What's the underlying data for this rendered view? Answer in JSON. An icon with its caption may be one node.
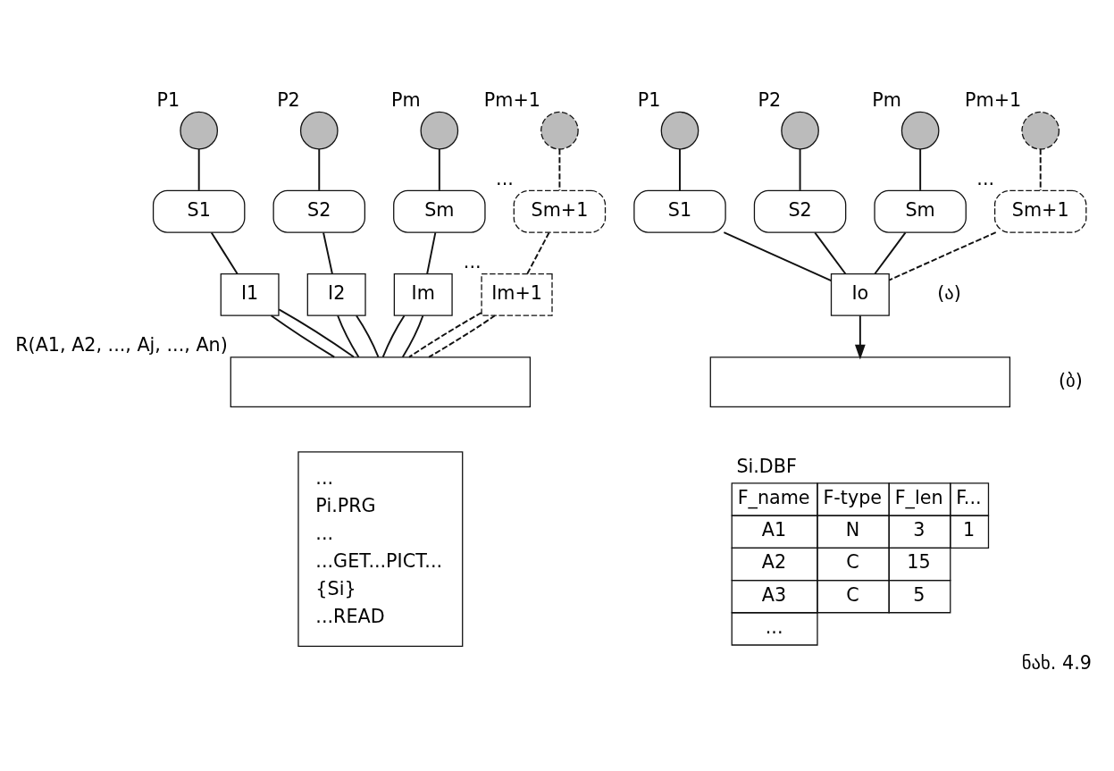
{
  "diagram": {
    "caption": "ნახ. 4.9",
    "nodes": [
      {
        "text": [],
        "shape": "circle",
        "beside": [
          "P1"
        ]
      },
      {
        "text": [],
        "shape": "circle",
        "beside": [
          "P2"
        ]
      },
      {
        "text": [],
        "shape": "circle",
        "beside": [
          "Pm"
        ]
      },
      {
        "text": [],
        "shape": "circle",
        "beside": [
          "Pm+1"
        ]
      },
      {
        "text": [
          "S1"
        ]
      },
      {
        "text": [
          "S2"
        ]
      },
      {
        "text": [
          "Sm"
        ]
      },
      {
        "text": [
          "Sm+1"
        ],
        "beside": [
          "..."
        ]
      },
      {
        "text": [
          "I1"
        ]
      },
      {
        "text": [
          "I2"
        ]
      },
      {
        "text": [
          "Im"
        ]
      },
      {
        "text": [
          "Im+1"
        ],
        "beside": [
          "..."
        ]
      },
      {
        "text": [],
        "shape": "box",
        "beside": [
          "R(A1, A2, ..., Aj, ..., An)"
        ]
      },
      {
        "text": [],
        "shape": "circle",
        "beside": [
          "P1"
        ]
      },
      {
        "text": [],
        "shape": "circle",
        "beside": [
          "P2"
        ]
      },
      {
        "text": [],
        "shape": "circle",
        "beside": [
          "Pm"
        ]
      },
      {
        "text": [],
        "shape": "circle",
        "beside": [
          "Pm+1"
        ]
      },
      {
        "text": [
          "S1"
        ]
      },
      {
        "text": [
          "S2"
        ]
      },
      {
        "text": [
          "Sm"
        ]
      },
      {
        "text": [
          "Sm+1"
        ],
        "beside": [
          "..."
        ]
      },
      {
        "text": [
          "Io"
        ]
      },
      {
        "text": [],
        "shape": "box"
      },
      {
        "text": [
          "...",
          "Pi.PRG",
          "...",
          "...GET...PICT...",
          "{Si}",
          "...READ"
        ]
      }
    ],
    "edges": [
      {
        "from": 0,
        "to": 4,
        "arrow": "none"
      },
      {
        "from": 1,
        "to": 5,
        "arrow": "none"
      },
      {
        "from": 2,
        "to": 6,
        "arrow": "none"
      },
      {
        "from": 3,
        "to": 7,
        "arrow": "none",
        "style": "dashed"
      },
      {
        "from": 4,
        "to": 8,
        "arrow": "none"
      },
      {
        "from": 5,
        "to": 9,
        "arrow": "none"
      },
      {
        "from": 6,
        "to": 10,
        "arrow": "none"
      },
      {
        "from": 7,
        "to": 11,
        "arrow": "none",
        "style": "dashed"
      },
      {
        "from": 8,
        "to": 12,
        "arrow": "none"
      },
      {
        "from": 8,
        "to": 12,
        "arrow": "none"
      },
      {
        "from": 9,
        "to": 12,
        "arrow": "none"
      },
      {
        "from": 9,
        "to": 12,
        "arrow": "none"
      },
      {
        "from": 10,
        "to": 12,
        "arrow": "none"
      },
      {
        "from": 10,
        "to": 12,
        "arrow": "none"
      },
      {
        "from": 11,
        "to": 12,
        "arrow": "none",
        "style": "dashed"
      },
      {
        "from": 11,
        "to": 12,
        "arrow": "none",
        "style": "dashed"
      },
      {
        "from": 13,
        "to": 17,
        "arrow": "none"
      },
      {
        "from": 14,
        "to": 18,
        "arrow": "none"
      },
      {
        "from": 15,
        "to": 19,
        "arrow": "none"
      },
      {
        "from": 16,
        "to": 20,
        "arrow": "none",
        "style": "dashed"
      },
      {
        "from": 17,
        "to": 21,
        "arrow": "none"
      },
      {
        "from": 18,
        "to": 21,
        "arrow": "none"
      },
      {
        "from": 19,
        "to": 21,
        "arrow": "none"
      },
      {
        "from": 20,
        "to": 21,
        "arrow": "none",
        "style": "dashed"
      },
      {
        "from": 21,
        "to": 22,
        "arrow": "to"
      }
    ],
    "labels": [
      "(ა)",
      "(ბ)",
      "Si.DBF",
      "F_name",
      "F-type",
      "F_len",
      "F...",
      "A1",
      "N",
      "3",
      "1",
      "A2",
      "C",
      "15",
      "A3",
      "C",
      "5",
      "..."
    ]
  }
}
